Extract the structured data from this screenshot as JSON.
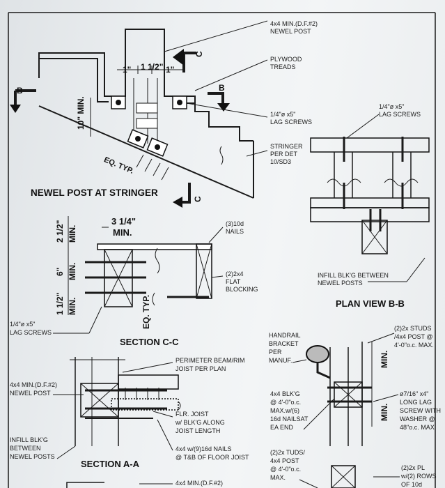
{
  "callouts": {
    "newel_post_top": [
      "4x4 MIN.(D.F.#2)",
      "NEWEL POST"
    ],
    "plywood_treads": [
      "PLYWOOD",
      "TREADS"
    ],
    "lag_screws_mid": [
      "1/4\"ø x5\"",
      "LAG SCREWS"
    ],
    "stringer_per_det": [
      "STRINGER",
      "PER DET",
      "10/SD3"
    ],
    "lag_screws_right": [
      "1/4\"ø x5\"",
      "LAG SCREWS"
    ],
    "nails_3_10d": [
      "(3)10d",
      "NAILS"
    ],
    "flat_blocking": [
      "(2)2x4",
      "FLAT",
      "BLOCKING"
    ],
    "infill_blkg_newel": [
      "INFILL BLK'G BETWEEN",
      "NEWEL POSTS"
    ],
    "lag_screws_left": [
      "1/4\"ø x5\"",
      "LAG SCREWS"
    ],
    "perimeter_beam": [
      "PERIMETER BEAM/RIM",
      "JOIST PER PLAN"
    ],
    "newel_post_left": [
      "4x4 MIN.(D.F.#2)",
      "NEWEL POST"
    ],
    "infill_blkg_left": [
      "INFILL BLK'G",
      "BETWEEN",
      "NEWEL POSTS"
    ],
    "floor_joist": [
      "FLR. JOIST",
      "w/ BLK'G ALONG",
      "JOIST LENGTH"
    ],
    "nails_9_16d": [
      "4x4 w/(9)16d NAILS",
      "@ T&B OF FLOOR JOIST"
    ],
    "newel_bottom": [
      "4x4 MIN.(D.F.#2)"
    ],
    "handrail_bracket": [
      "HANDRAIL",
      "BRACKET",
      "PER",
      "MANUF."
    ],
    "blkg_4x4": [
      "4x4 BLK'G",
      "@ 4'-0\"o.c.",
      "MAX.w/(6)",
      "16d NAILSAT",
      "EA END"
    ],
    "studs_tuds": [
      "(2)2x TUDS/",
      "4x4 POST",
      "@ 4'-0\"o.c.",
      "MAX."
    ],
    "studs_right": [
      "(2)2x STUDS",
      "/4x4 POST @",
      "4'-0\"o.c. MAX."
    ],
    "long_lag": [
      "ø7/16\" x4\"",
      "LONG LAG",
      "SCREW WITH",
      "WASHER @",
      "48\"o.c. MAX."
    ],
    "pl_rows": [
      "(2)2x PL",
      "w/(2) ROWS",
      "OF 10d"
    ]
  },
  "titles": {
    "newel_at_stringer": "NEWEL POST AT STRINGER",
    "section_cc": "SECTION C-C",
    "section_aa": "SECTION A-A",
    "plan_view_bb": "PLAN VIEW B-B"
  },
  "dims": {
    "d1": "1\"",
    "d2": "1 1/2\"",
    "d3": "1\"",
    "ten_min": "10\" MIN.",
    "eq_typ": "EQ. TYP.",
    "three_quarter": "3 1/4\"",
    "min": "MIN.",
    "two_half": "2 1/2\"",
    "six": "6\"",
    "one_half": "1 1/2\"",
    "eq_typ_c": "EQ. TYP.",
    "min_r1": "MIN.",
    "min_r2": "MIN."
  },
  "markers": {
    "b": "B",
    "c": "C"
  }
}
